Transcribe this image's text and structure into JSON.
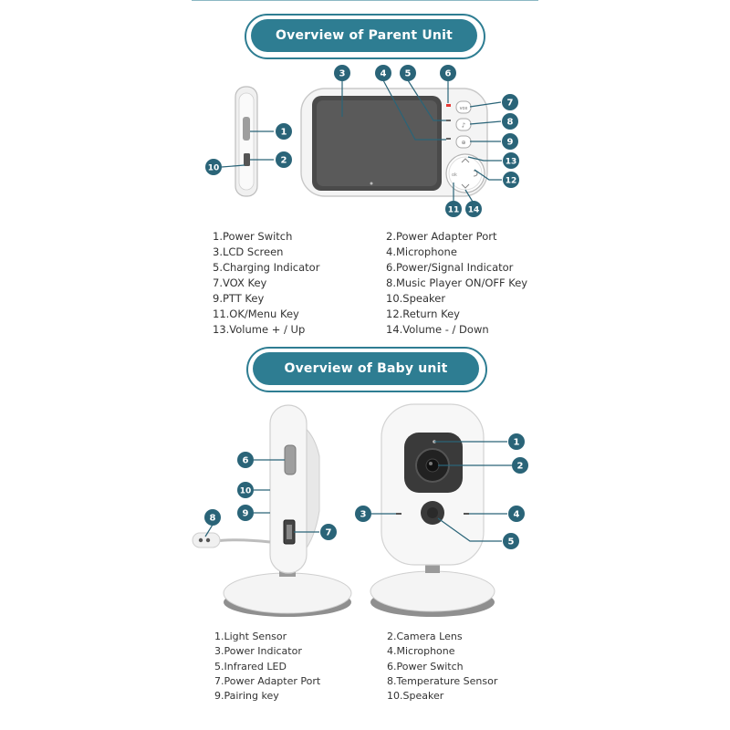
{
  "parent_unit": {
    "heading": "Overview of Parent Unit",
    "labels_left": [
      "1.Power Switch",
      "3.LCD Screen",
      "5.Charging Indicator",
      "7.VOX Key",
      "9.PTT Key",
      "11.OK/Menu Key",
      "13.Volume + / Up"
    ],
    "labels_right": [
      "2.Power Adapter Port",
      "4.Microphone",
      "6.Power/Signal Indicator",
      "8.Music Player ON/OFF Key",
      "10.Speaker",
      "12.Return Key",
      "14.Volume - / Down"
    ],
    "callouts": [
      "1",
      "2",
      "3",
      "4",
      "5",
      "6",
      "7",
      "8",
      "9",
      "10",
      "11",
      "12",
      "13",
      "14"
    ]
  },
  "baby_unit": {
    "heading": "Overview of Baby unit",
    "labels_left": [
      "1.Light Sensor",
      "3.Power Indicator",
      "5.Infrared LED",
      "7.Power Adapter Port",
      "9.Pairing key"
    ],
    "labels_right": [
      "2.Camera Lens",
      "4.Microphone",
      "6.Power Switch",
      "8.Temperature Sensor",
      "10.Speaker"
    ],
    "callouts_side": [
      "6",
      "10",
      "9",
      "8",
      "7"
    ],
    "callouts_front": [
      "1",
      "2",
      "3",
      "4",
      "5"
    ]
  },
  "colors": {
    "accent": "#2e7d92",
    "callout": "#2a6478",
    "text": "#333333",
    "device_body": "#f2f2f2",
    "screen": "#4a4a4a",
    "power_led": "#e53935"
  }
}
